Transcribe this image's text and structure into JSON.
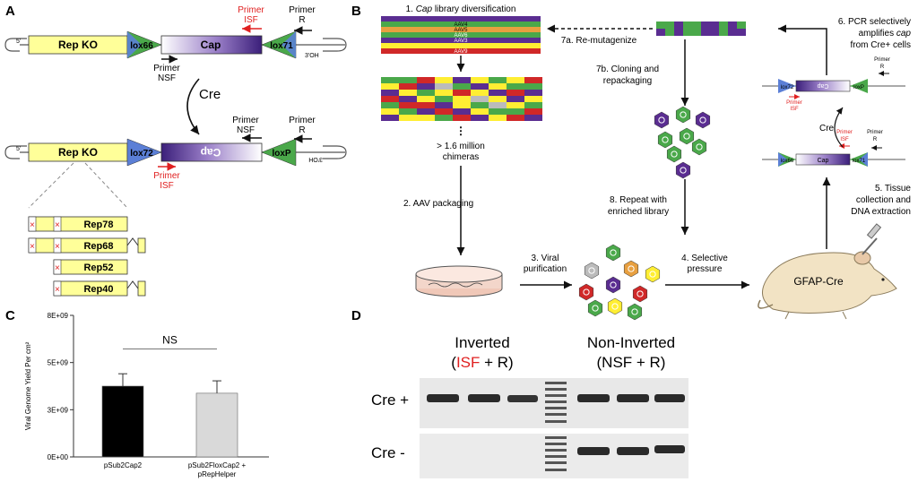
{
  "panels": {
    "a": "A",
    "b": "B",
    "c": "C",
    "d": "D"
  },
  "panel_a": {
    "rep_ko": "Rep KO",
    "lox66": "lox66",
    "cap": "Cap",
    "lox71": "lox71",
    "primer_isf_top_1": "Primer",
    "primer_isf_top_2": "ISF",
    "primer_r_1": "Primer",
    "primer_r_2": "R",
    "five_prime": "5'",
    "three_oh": "3'OH",
    "primer_nsf_1": "Primer",
    "primer_nsf_2": "NSF",
    "cre": "Cre",
    "lox72": "lox72",
    "cap_inverted": "Cap",
    "loxp": "loxP",
    "three_oh_2": "3'OH",
    "primer_nsf2_1": "Primer",
    "primer_nsf2_2": "NSF",
    "primer_r2_1": "Primer",
    "primer_r2_2": "R",
    "primer_isf2_1": "Primer",
    "primer_isf2_2": "ISF",
    "five_prime_2": "5'",
    "rep_ko_2": "Rep KO",
    "rep78": "Rep78",
    "rep68": "Rep68",
    "rep52": "Rep52",
    "rep40": "Rep40"
  },
  "panel_b": {
    "step1_prefix": "1. ",
    "step1_italic": "Cap",
    "step1_suffix": " library diversification",
    "serotypes": [
      "AAV4",
      "AAV5",
      "AAV6",
      "AAV3",
      "AAV9"
    ],
    "chimeras_1": "> 1.6 million",
    "chimeras_2": "chimeras",
    "step2": "2. AAV packaging",
    "step3_1": "3. Viral",
    "step3_2": "purification",
    "step4_1": "4. Selective",
    "step4_2": "pressure",
    "mouse": "GFAP-Cre",
    "step5_1": "5. Tissue",
    "step5_2": "collection and",
    "step5_3": "DNA extraction",
    "step6_1": "6. PCR selectively",
    "step6_2": "amplifies ",
    "step6_italic": "cap",
    "step6_3": "from Cre+ cells",
    "step7a": "7a. Re-mutagenize",
    "step7b_1": "7b. Cloning and",
    "step7b_2": "repackaging",
    "step8_1": "8. Repeat with",
    "step8_2": "enriched library",
    "lox72": "lox72",
    "cap_inv": "Cap",
    "loxp": "loxP",
    "primer_r_1": "Primer",
    "primer_r_2": "R",
    "primer_isf_1": "Primer",
    "primer_isf_2": "ISF",
    "cre": "Cre",
    "lox66": "lox66",
    "cap": "Cap",
    "lox71": "lox71",
    "primer_isf_b_1": "Primer",
    "primer_isf_b_2": "ISF",
    "primer_r_b_1": "Primer",
    "primer_r_b_2": "R"
  },
  "chart_data": {
    "type": "bar",
    "categories": [
      "pSub2Cap2",
      "pSub2FloxCap2 + pRepHelper"
    ],
    "category_lines": [
      [
        "pSub2Cap2"
      ],
      [
        "pSub2FloxCap2 +",
        "pRepHelper"
      ]
    ],
    "values": [
      4000000000.0,
      3600000000.0
    ],
    "errors": [
      700000000.0,
      700000000.0
    ],
    "colors": [
      "#000000",
      "#d9d9d9"
    ],
    "ylabel": "Viral Genome Yield Per cm²",
    "ylim": [
      0,
      8000000000.0
    ],
    "ticks": [
      0,
      2666700000.0,
      5333300000.0,
      8000000000.0
    ],
    "tick_labels": [
      "0E+00",
      "3E+09",
      "5E+09",
      "8E+09"
    ],
    "annotation": "NS"
  },
  "panel_d": {
    "inverted": "Inverted",
    "isf": "ISF",
    "plus_r": " + R)",
    "open_paren": "(",
    "non_inverted": "Non-Inverted",
    "nsf_r": "(NSF + R)",
    "cre_plus": "Cre +",
    "cre_minus": "Cre -"
  },
  "colors": {
    "yellow": "#ffff99",
    "green": "#4aa84a",
    "blue": "#5b7fd6",
    "purple": "#5a2d91",
    "red": "#e02020"
  }
}
